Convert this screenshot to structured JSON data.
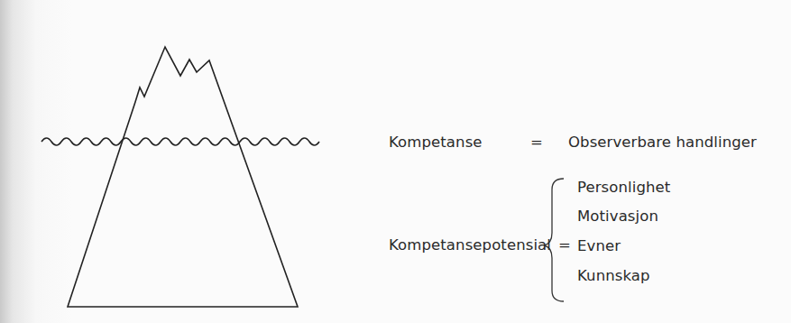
{
  "diagram": {
    "labels": [
      "Kompetanse",
      "=",
      "Observerbare handlinger",
      "Kompetansepotensial",
      "=",
      "Personlighet",
      "Motivasjon",
      "Evner",
      "Kunnskap"
    ]
  }
}
